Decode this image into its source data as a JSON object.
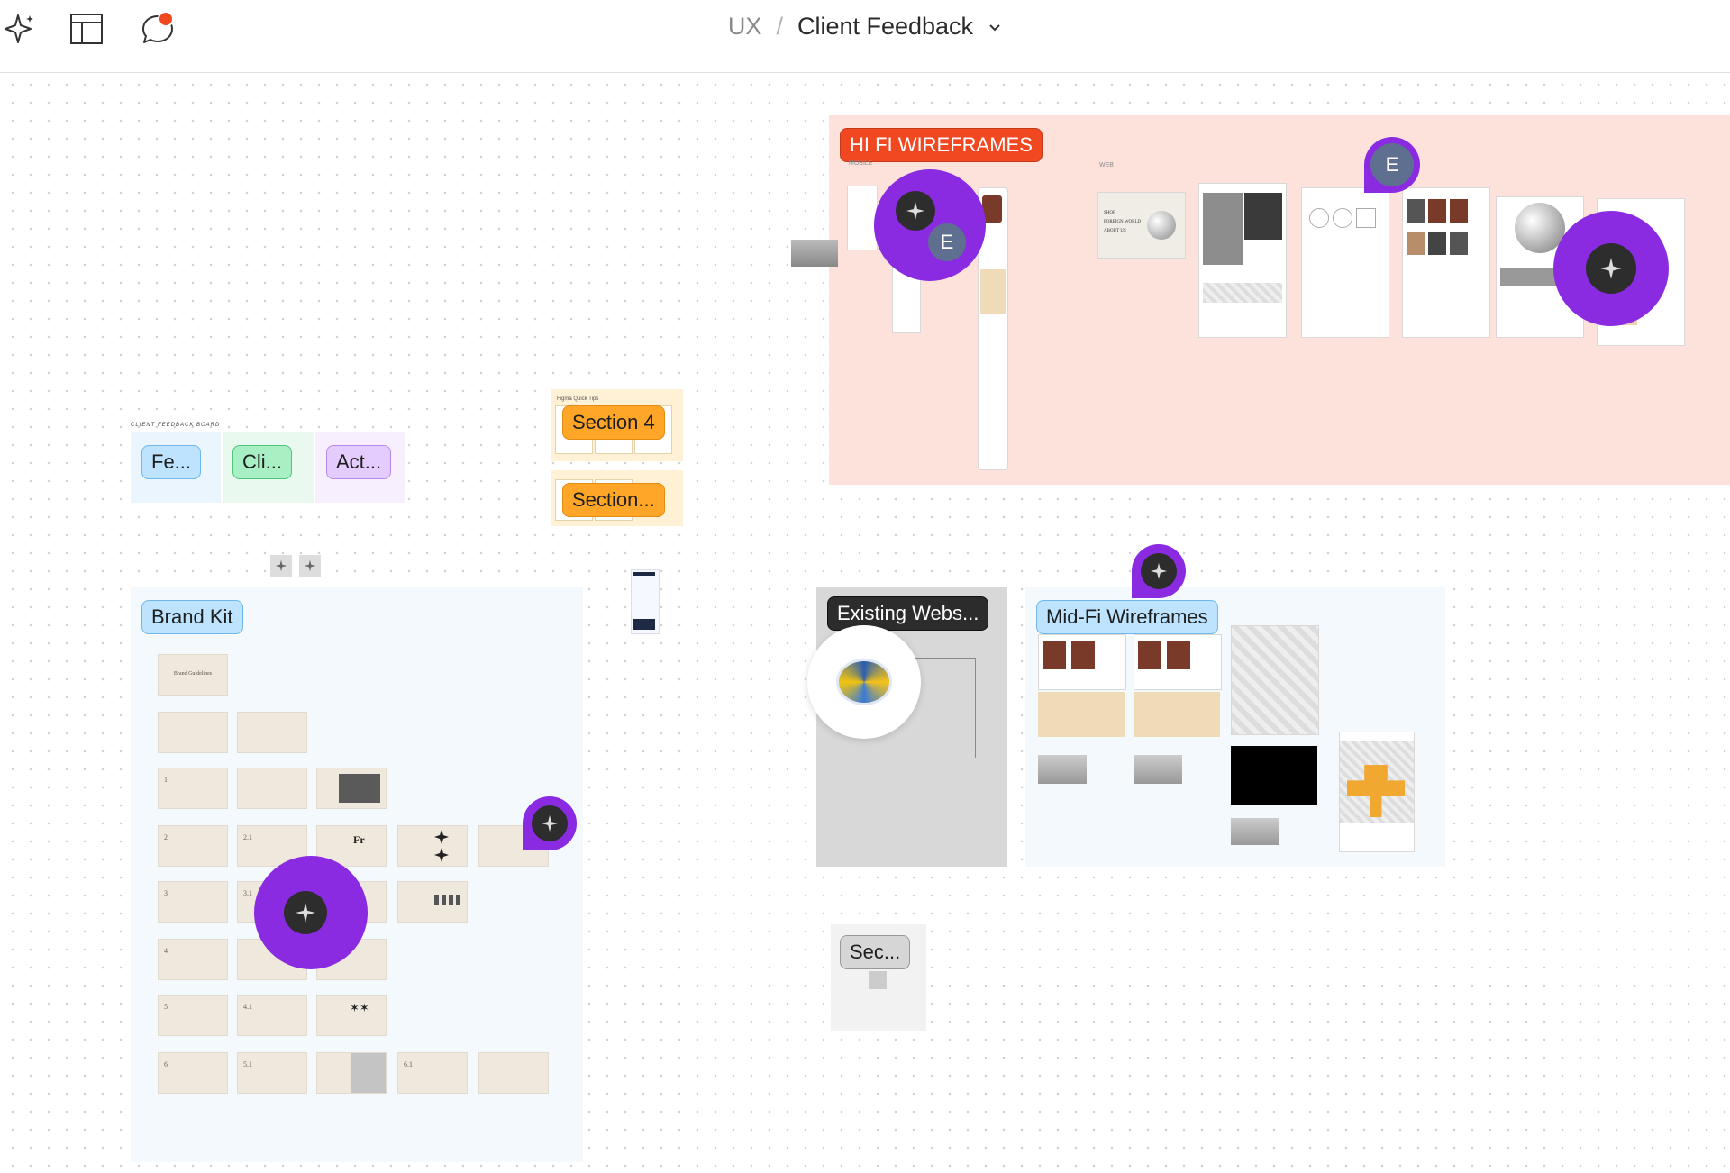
{
  "toolbar": {
    "icons": [
      "sparkle-icon",
      "layout-icon",
      "comment-icon"
    ],
    "breadcrumb": "UX",
    "separator": "/",
    "file_name": "Client Feedback"
  },
  "board": {
    "caption": "CLIENT FEEDBACK BOARD",
    "sticky_labels": [
      "Fe...",
      "Cli...",
      "Act..."
    ]
  },
  "sections": {
    "hifi": {
      "label": "HI FI WIREFRAMES",
      "mobile": "MOBILE",
      "web": "WEB",
      "site_menu": [
        "SHOP",
        "FOREIGN WORLD",
        "ABOUT US"
      ]
    },
    "section4": {
      "label": "Section 4",
      "note": "Figma Quick Tips"
    },
    "section_other": {
      "label": "Section..."
    },
    "brand_kit": {
      "label": "Brand Kit",
      "title_slide": "Brand Guidelines",
      "slide_numbers": [
        "1",
        "2",
        "3",
        "4",
        "5",
        "6"
      ],
      "sub_numbers": [
        "2.1",
        "3.1",
        "4.1",
        "5.1",
        "6.1"
      ],
      "glyph_text": "Fr",
      "stars": "✶✶"
    },
    "existing_web": {
      "label": "Existing Webs..."
    },
    "midfi": {
      "label": "Mid-Fi Wireframes"
    },
    "sec_small": {
      "label": "Sec..."
    }
  },
  "collaborators": {
    "initial": "E"
  },
  "colors": {
    "hifi_bg": "#fde2dc",
    "hifi_label": "#f24822",
    "section4": "#ffa629",
    "brandkit_bg": "#f4f9fd",
    "brandkit_label": "#bde3ff",
    "existing_bg": "#d8d8d8",
    "existing_label": "#2c2c2c",
    "avatar": "#8a2be2",
    "e_avatar": "#5f6f8f"
  }
}
